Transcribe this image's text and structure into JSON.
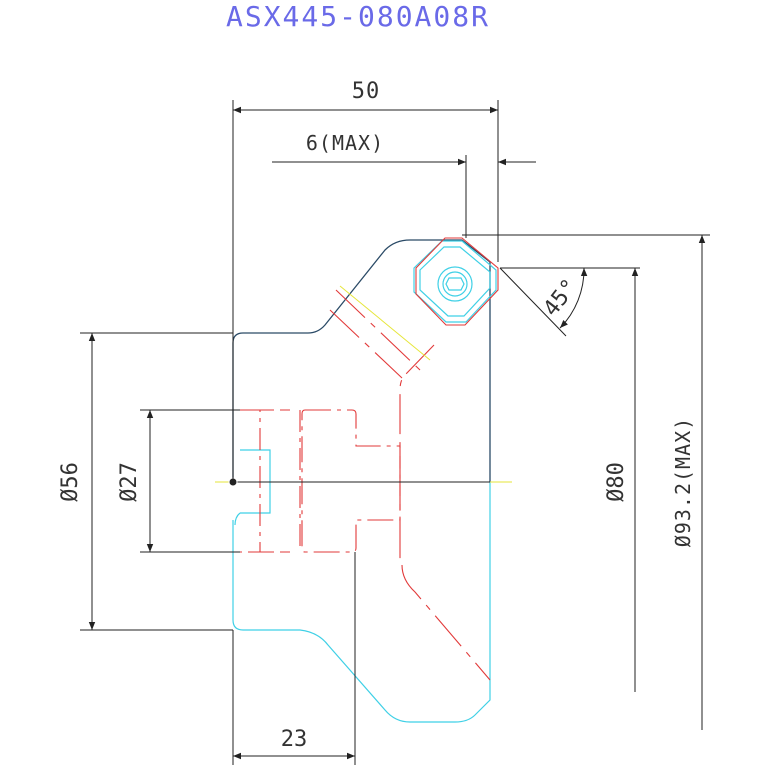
{
  "title": "ASX445-080A08R",
  "dimensions": {
    "overall_length": "50",
    "max_offset": "6(MAX)",
    "angle": "45°",
    "dia_56": "Ø56",
    "dia_27": "Ø27",
    "dia_80": "Ø80",
    "dia_93_max": "Ø93.2(MAX)",
    "shank_length": "23"
  },
  "colors": {
    "title": "#6a6ae8",
    "dimension": "#222222",
    "outline": "#2a4a66",
    "hidden": "#e23a3a",
    "phantom": "#3fd0e6",
    "centerline": "#e6e63a"
  }
}
